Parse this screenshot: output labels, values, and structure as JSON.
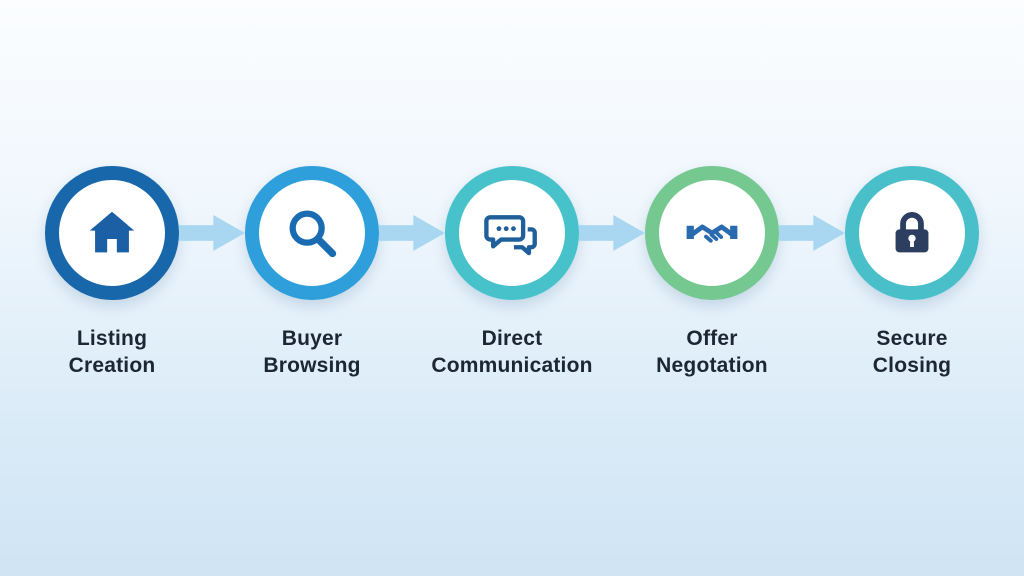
{
  "diagram": {
    "arrow_color": "#a9d7f2",
    "steps": [
      {
        "id": "listing-creation",
        "label_line1": "Listing",
        "label_line2": "Creation",
        "icon": "home-icon",
        "ring_color": "#1767aa",
        "icon_color": "#1b5fa4"
      },
      {
        "id": "buyer-browsing",
        "label_line1": "Buyer",
        "label_line2": "Browsing",
        "icon": "search-icon",
        "ring_color": "#2f9fdc",
        "icon_color": "#1a6cb2"
      },
      {
        "id": "direct-communication",
        "label_line1": "Direct",
        "label_line2": "Communication",
        "icon": "chat-bubbles-icon",
        "ring_color": "#47c1ca",
        "icon_color": "#1f5f9a"
      },
      {
        "id": "offer-negotation",
        "label_line1": "Offer",
        "label_line2": "Negotation",
        "icon": "handshake-icon",
        "ring_color": "#75c890",
        "icon_color": "#2a6bb0"
      },
      {
        "id": "secure-closing",
        "label_line1": "Secure",
        "label_line2": "Closing",
        "icon": "lock-icon",
        "ring_color": "#49bfca",
        "icon_color": "#2c3f60"
      }
    ]
  }
}
